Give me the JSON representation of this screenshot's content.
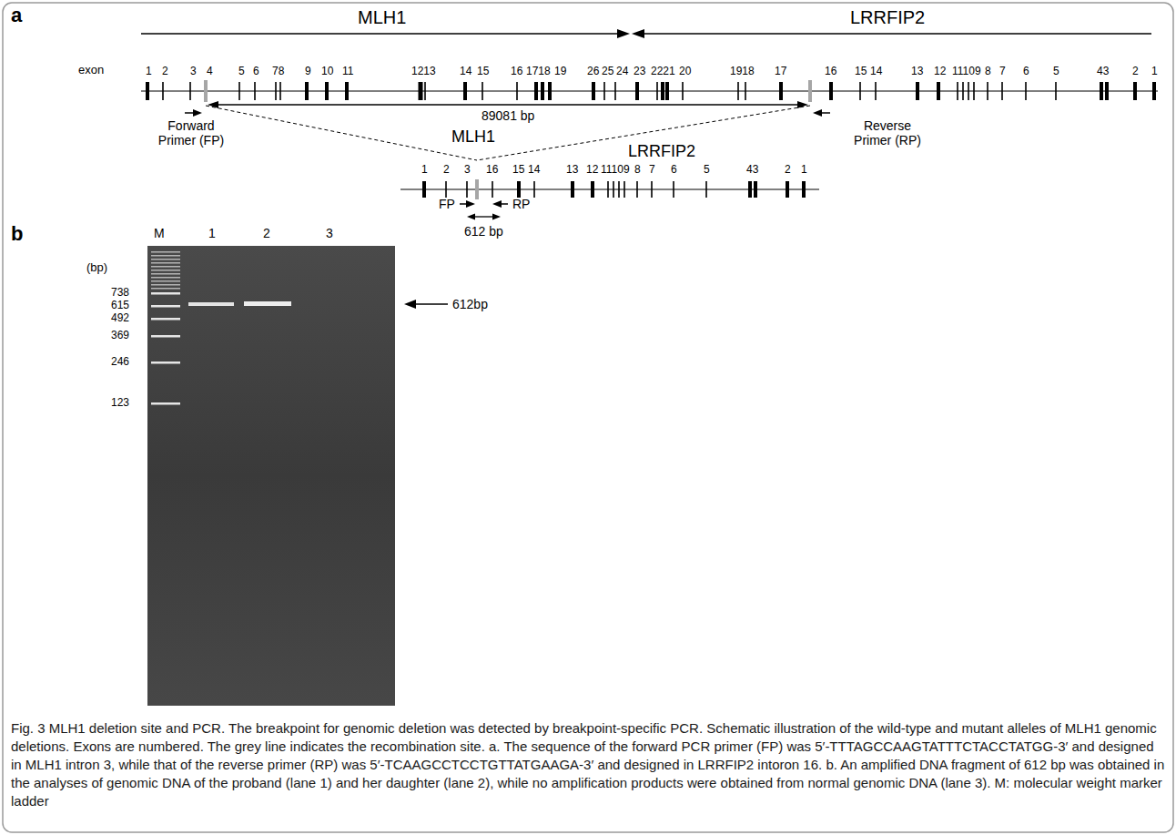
{
  "diagram": {
    "caption": "Fig. 3 MLH1 deletion site and PCR. The breakpoint for genomic deletion was detected by breakpoint-specific PCR. Schematic illustration of the wild-type and mutant alleles of MLH1 genomic deletions. Exons are numbered. The grey line indicates the recombination site. a. The sequence of the forward PCR primer (FP) was 5′-TTTAGCCAAGTATTTCTACCTATGG-3′ and designed in MLH1 intron 3, while that of the reverse primer (RP) was 5′-TCAAGCCTCCTGTTATGAAGA-3′ and designed in LRRFIP2 intoron 16. b. An amplified DNA fragment of 612 bp was obtained in the analyses of genomic DNA of the proband (lane 1) and her daughter (lane 2), while no amplification products were obtained from normal genomic DNA (lane 3). M: molecular weight marker ladder",
    "labels": [
      "a",
      "MLH1",
      "LRRFIP2",
      "exon",
      "1",
      "2",
      "3",
      "4",
      "5",
      "6",
      "78",
      "9",
      "10",
      "11",
      "1213",
      "14",
      "15",
      "16",
      "1718",
      "19",
      "26",
      "25",
      "24",
      "23",
      "2221",
      "20",
      "1918",
      "17",
      "16",
      "15",
      "14",
      "13",
      "12",
      "11109",
      "8",
      "7",
      "6",
      "5",
      "43",
      "2",
      "1",
      "Forward Primer (FP)",
      "89081 bp",
      "Reverse Primer (RP)",
      "MLH1",
      "LRRFIP2",
      "1",
      "2",
      "3",
      "16",
      "15",
      "14",
      "13",
      "12",
      "11109",
      "8",
      "7",
      "6",
      "5",
      "43",
      "2",
      "1",
      "FP",
      "RP",
      "612 bp",
      "b",
      "M",
      "1",
      "2",
      "3",
      "(bp)",
      "738",
      "615",
      "492",
      "369",
      "246",
      "123",
      "612bp"
    ]
  }
}
